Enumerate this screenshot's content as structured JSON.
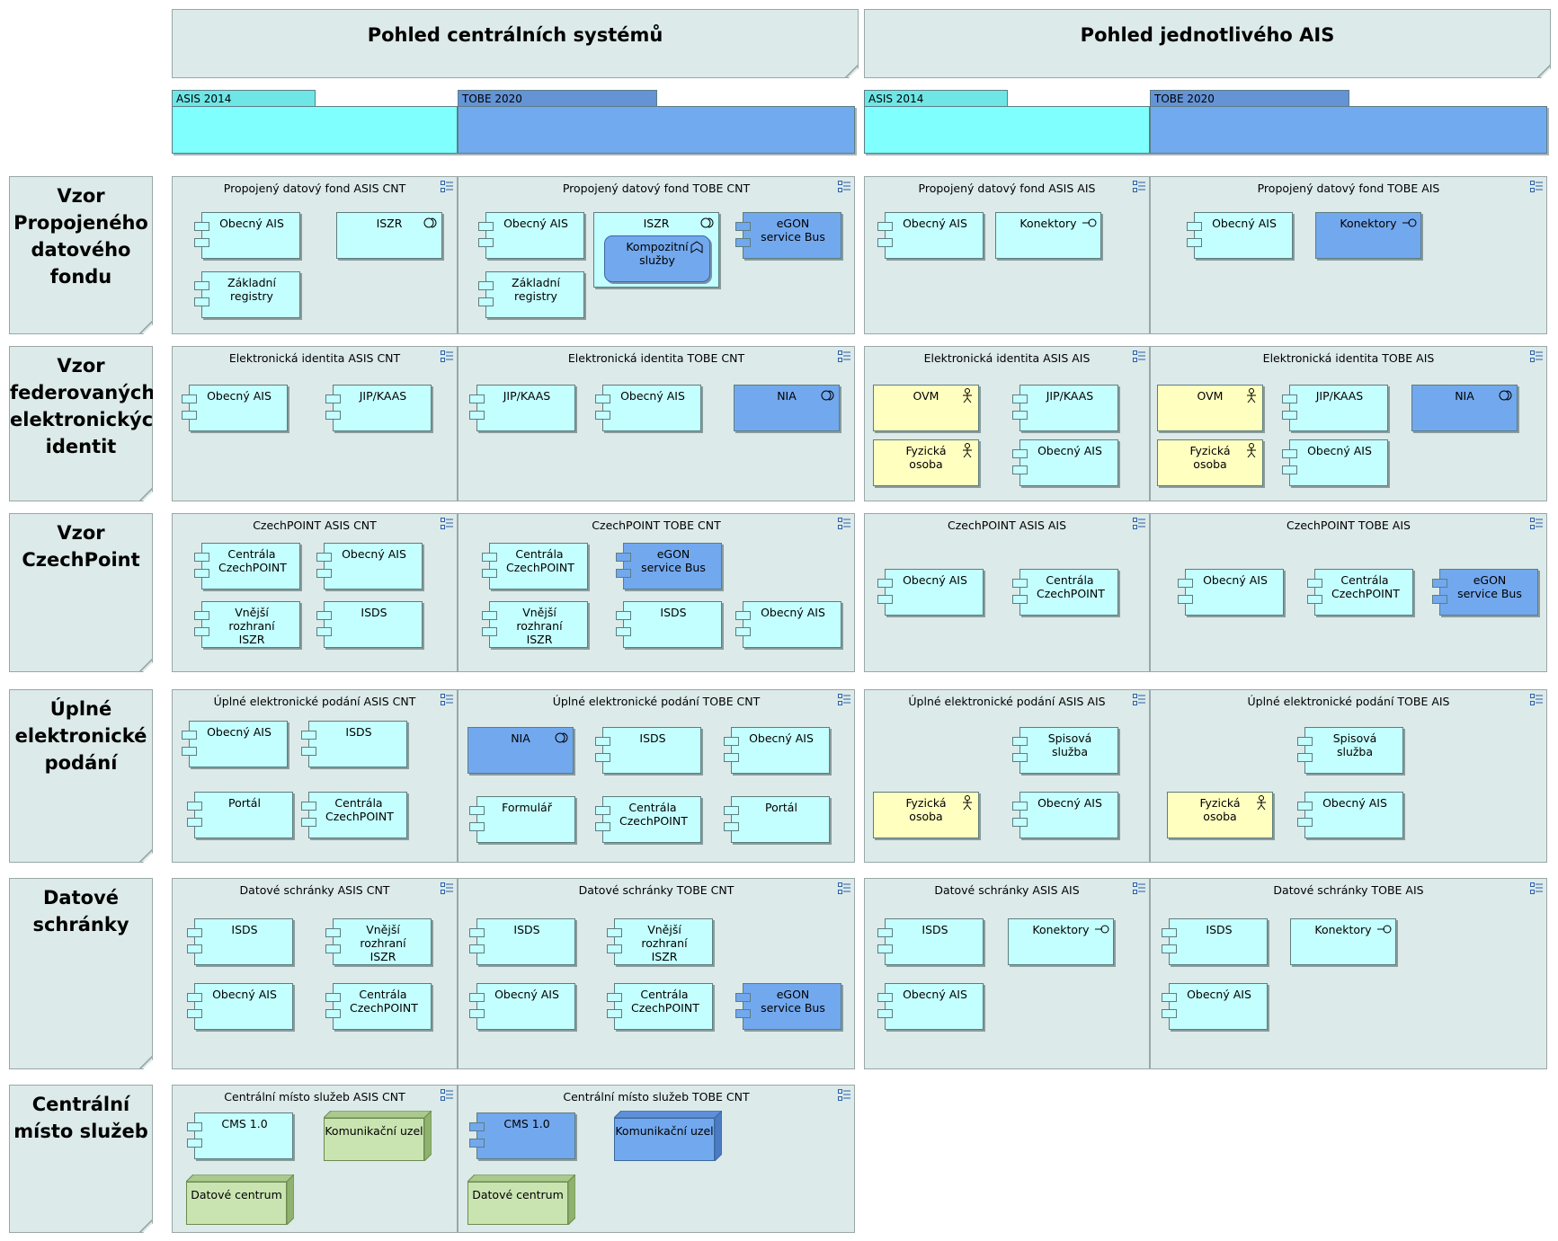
{
  "headers": {
    "central": "Pohled centrálních systémů",
    "ais": "Pohled jednotlivého AIS"
  },
  "tabs": {
    "asis": "ASIS 2014",
    "tobe": "TOBE 2020"
  },
  "rows": [
    {
      "label": "Vzor Propojeného datového fondu"
    },
    {
      "label": "Vzor federovaných elektronických identit"
    },
    {
      "label": "Vzor CzechPoint"
    },
    {
      "label": "Úplné elektronické podání"
    },
    {
      "label": "Datové schránky"
    },
    {
      "label": "Centrální místo služeb"
    }
  ],
  "cells": [
    [
      "Propojený datový fond ASIS CNT",
      "Propojený datový fond TOBE CNT",
      "Propojený datový fond ASIS AIS",
      "Propojený datový fond TOBE AIS"
    ],
    [
      "Elektronická identita ASIS CNT",
      "Elektronická identita TOBE CNT",
      "Elektronická identita ASIS AIS",
      "Elektronická identita TOBE AIS"
    ],
    [
      "CzechPOINT ASIS CNT",
      "CzechPOINT TOBE CNT",
      "CzechPOINT ASIS AIS",
      "CzechPOINT TOBE AIS"
    ],
    [
      "Úplné elektronické podání ASIS CNT",
      "Úplné elektronické podání TOBE CNT",
      "Úplné elektronické podání ASIS AIS",
      "Úplné elektronické podání TOBE AIS"
    ],
    [
      "Datové schránky ASIS CNT",
      "Datové schránky TOBE CNT",
      "Datové schránky ASIS AIS",
      "Datové schránky TOBE AIS"
    ],
    [
      "Centrální místo služeb ASIS CNT",
      "Centrální místo služeb TOBE CNT"
    ]
  ],
  "elements": {
    "obecny_ais": "Obecný AIS",
    "iszr": "ISZR",
    "zakladni_registry": "Základní registry",
    "kompozitni_sluzby": "Kompozitní služby",
    "egon": "eGON service Bus",
    "konektory": "Konektory",
    "jip_kaas": "JIP/KAAS",
    "nia": "NIA",
    "ovm": "OVM",
    "fyzicka_osoba": "Fyzická osoba",
    "centrala_czechpoint": "Centrála CzechPOINT",
    "vnejsi_rozhrani_iszr": "Vnější rozhraní ISZR",
    "isds": "ISDS",
    "portal": "Portál",
    "formular": "Formulář",
    "spisova_sluzba": "Spisová služba",
    "cms": "CMS 1.0",
    "komunikacni_uzel": "Komunikační uzel",
    "datove_centrum": "Datové centrum"
  },
  "colors": {
    "cyan": "#c4ffff",
    "blue": "#72a8ee",
    "yellow": "#ffffc0",
    "green": "#c9e4b1",
    "panel": "#dceae9"
  }
}
